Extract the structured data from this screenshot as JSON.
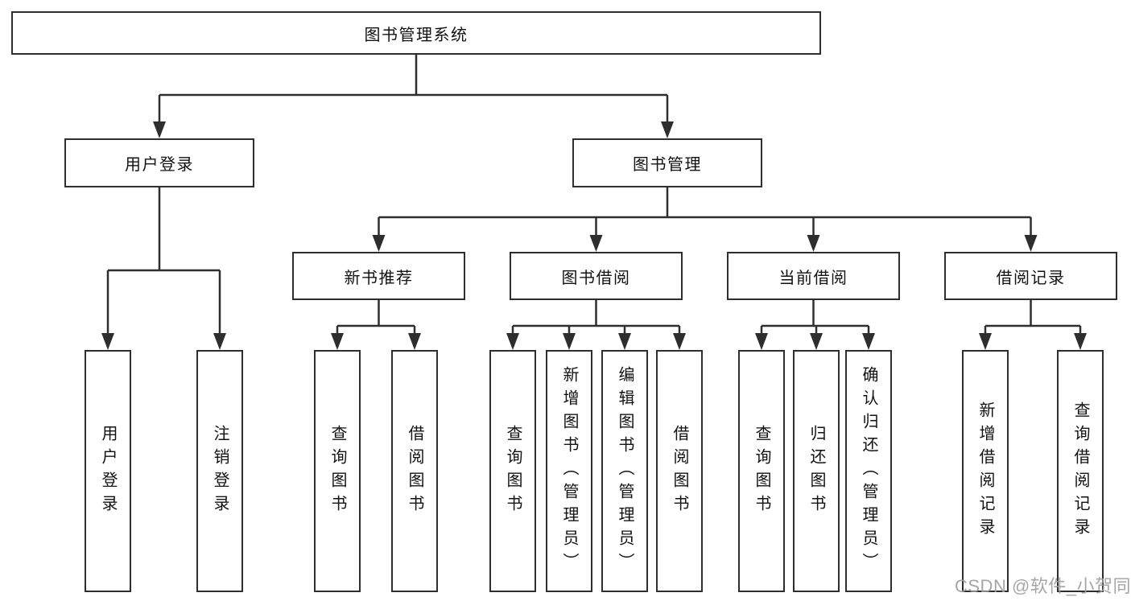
{
  "diagram_type": "hierarchy-structure-chart",
  "watermark": "CSDN @软件_小贺同学",
  "colors": {
    "line": "#2e2e2e",
    "box_border": "#2e2e2e",
    "box_fill": "#ffffff",
    "text": "#121212",
    "watermark": "#9e9e9e",
    "background": "#ffffff"
  },
  "tree": {
    "label": "图书管理系统",
    "children": [
      {
        "label": "用户登录",
        "children": [
          {
            "label": "用户登录"
          },
          {
            "label": "注销登录"
          }
        ]
      },
      {
        "label": "图书管理",
        "children": [
          {
            "label": "新书推荐",
            "children": [
              {
                "label": "查询图书"
              },
              {
                "label": "借阅图书"
              }
            ]
          },
          {
            "label": "图书借阅",
            "children": [
              {
                "label": "查询图书"
              },
              {
                "label": "新增图书（管理员）"
              },
              {
                "label": "编辑图书（管理员）"
              },
              {
                "label": "借阅图书"
              }
            ]
          },
          {
            "label": "当前借阅",
            "children": [
              {
                "label": "查询图书"
              },
              {
                "label": "归还图书"
              },
              {
                "label": "确认归还（管理员）"
              }
            ]
          },
          {
            "label": "借阅记录",
            "children": [
              {
                "label": "新增借阅记录"
              },
              {
                "label": "查询借阅记录"
              }
            ]
          }
        ]
      }
    ]
  }
}
